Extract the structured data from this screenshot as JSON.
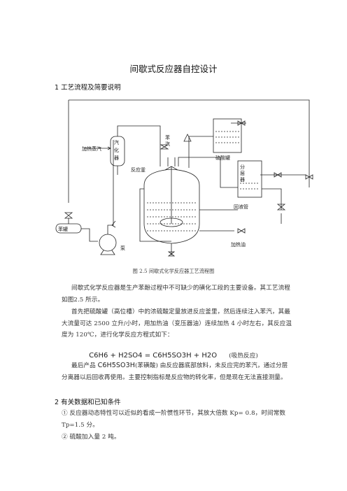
{
  "title": "间歇式反应器自控设计",
  "section1": {
    "heading": "1 工艺流程及简要说明"
  },
  "diagram": {
    "labels": {
      "steam": "加热蒸汽",
      "vaporizer_1": "汽",
      "vaporizer_2": "化",
      "vaporizer_3": "器",
      "benzene_vapor_1": "苯",
      "benzene_vapor_2": "汽",
      "sulfuric_tank": "硫酸罐",
      "reactor": "反应釜",
      "separator_1": "分",
      "separator_2": "层",
      "separator_3": "器",
      "recycle": "回液管",
      "benzene_tank": "苯罐",
      "pump": "泵",
      "heating_oil": "加热油"
    },
    "caption": "图 2.5 间歇式化学反应器工艺流程图"
  },
  "body": {
    "p1": "间歇式化学反应器是生产苯酚过程中不可缺少的磺化工段的主要设备。其工艺流程如图2.5 所示。",
    "p2": "首先把硫酸罐（高位槽）中的浓硫酸定量放进反应釜里，然后连续注入苯汽，其最大流量可达 2500 立升/小时，用加热油（变压器油）连续加热 4 小时左右，其反应温度为 120℃，进行化学反应方程式如下：",
    "equation": "C6H6 + H2SO4 = C6H5SO3H + H2O",
    "equation_note": "(吸热反应)",
    "p3_product": "C6H5SO3H",
    "p3_before": "最后产品 ",
    "p3_after": "(苯磺酸) 由反应器底部放料，未反应完的苯汽，通过分层分离器以后回收再使用。主要控制指标是反应物的转化率，但是现在无法直接测量。"
  },
  "section2": {
    "heading": "2 有关数据和已知条件",
    "items": [
      {
        "marker": "①",
        "text": "反应器动态特性可以近似的看成一阶惯性环节，其放大倍数 Kp= 0.8，时间常数 Tp=1.5 分。"
      },
      {
        "marker": "②",
        "text": "硫酸加入量 2 吨。"
      }
    ]
  }
}
